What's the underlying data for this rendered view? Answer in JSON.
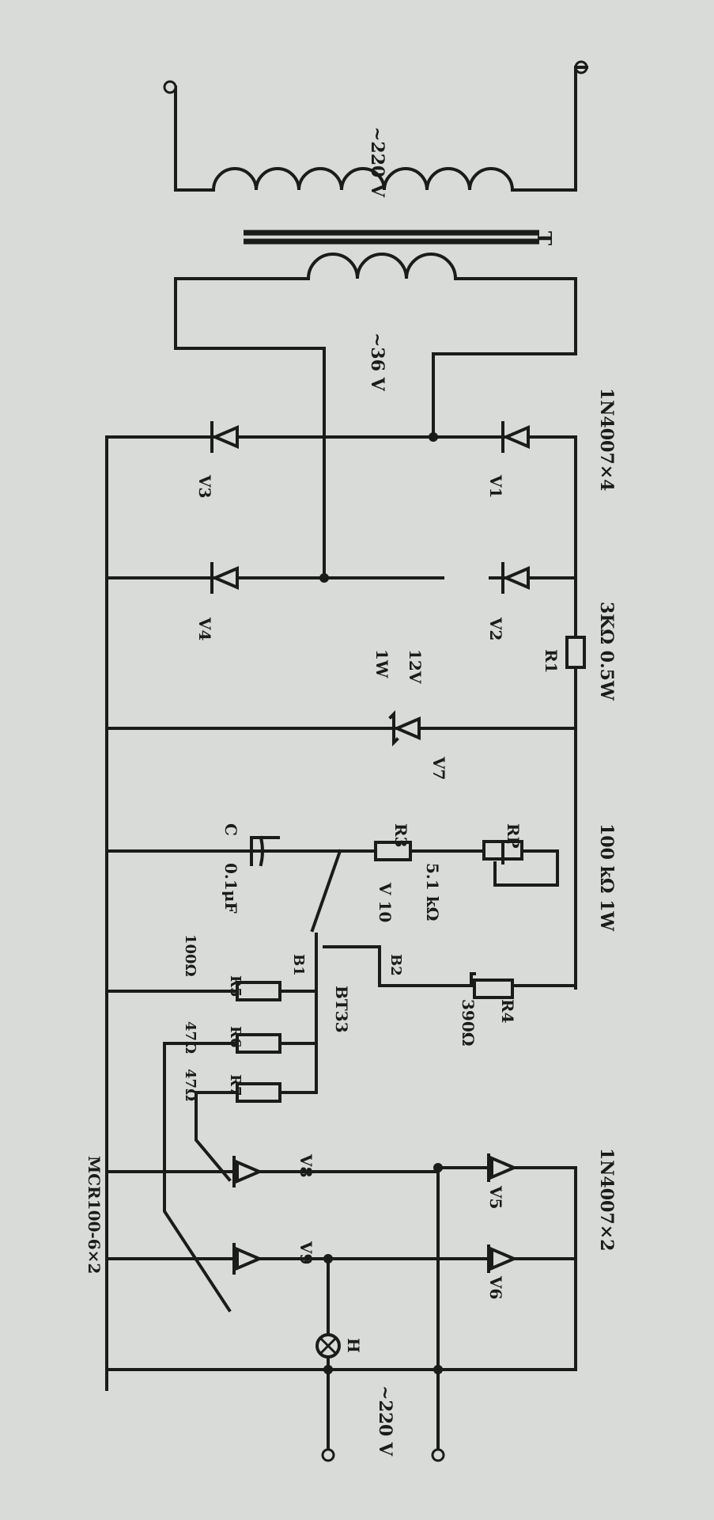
{
  "labels": {
    "primary_voltage": "~220 V",
    "transformer": "T",
    "secondary_voltage": "~36 V",
    "bridge_diodes": "1N4007×4",
    "v1": "V1",
    "v2": "V2",
    "v3": "V3",
    "v4": "V4",
    "r1": "R1",
    "r1_value": "3KΩ 0.5W",
    "zener_value": "12V",
    "zener_power": "1W",
    "v7": "V7",
    "rp": "RP",
    "rp_value": "100 kΩ 1W",
    "r3": "R3",
    "r3_value": "5.1 kΩ",
    "c": "C",
    "c_value": "0.1μF",
    "v10": "V 10",
    "b1": "B1",
    "b2": "B2",
    "ujt": "BT33",
    "r4": "R4",
    "r4_value": "390Ω",
    "r5": "R5",
    "r6": "R6",
    "r7": "R7",
    "r5_value": "100Ω",
    "r6_value": "47Ω",
    "r7_value": "47Ω",
    "v8": "V8",
    "v9": "V9",
    "scr_model": "MCR100-6×2",
    "v5": "V5",
    "v6": "V6",
    "out_diodes": "1N4007×2",
    "lamp": "H",
    "output_voltage": "~220 V"
  },
  "colors": {
    "ink": "#1b1b1b",
    "paper": "#d9dbd8"
  }
}
